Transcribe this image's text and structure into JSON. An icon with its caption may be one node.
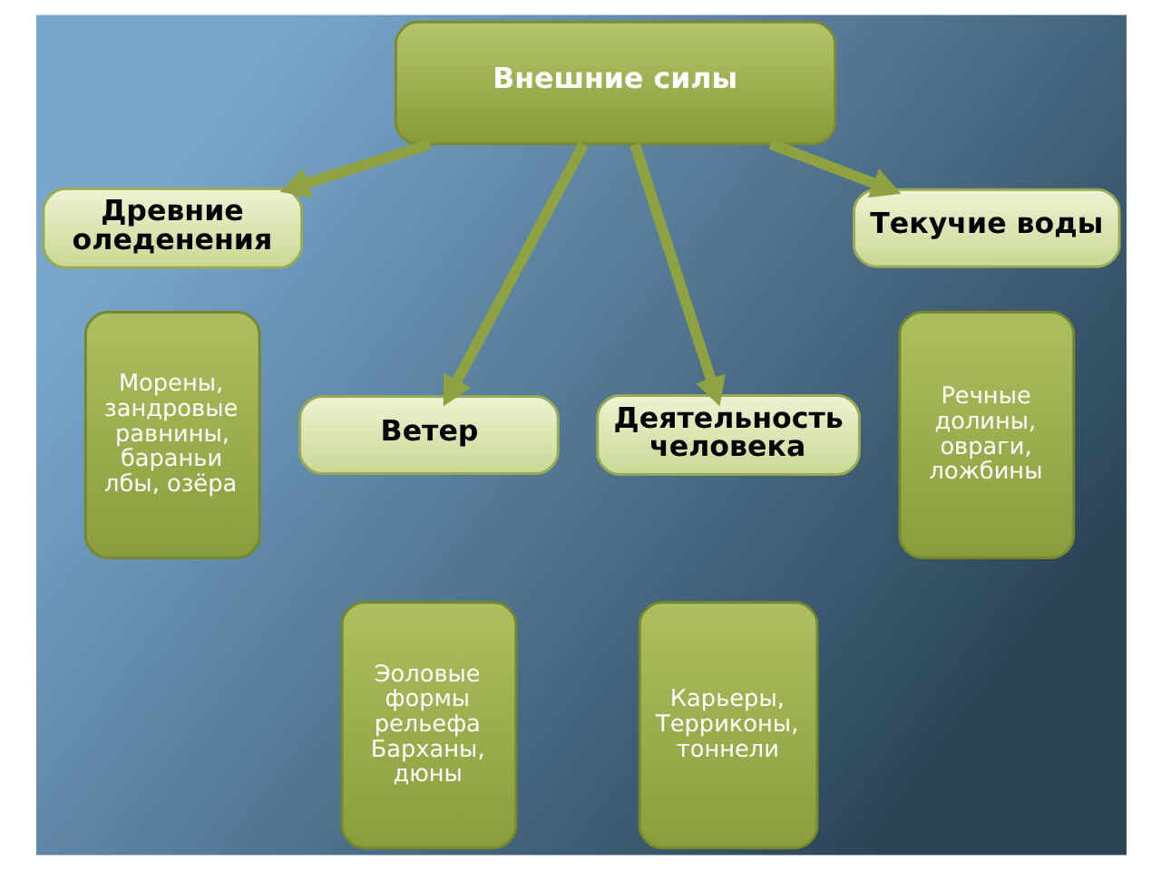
{
  "diagram": {
    "nodes": [
      {
        "text": [
          "Внешние силы"
        ]
      },
      {
        "text": [
          "Древние оледенения"
        ]
      },
      {
        "text": [
          "Текучие воды"
        ]
      },
      {
        "text": [
          "Ветер"
        ]
      },
      {
        "text": [
          "Деятельность человека"
        ]
      },
      {
        "text": [
          "Морены, зандровые равнины, бараньи лбы, озёра"
        ]
      },
      {
        "text": [
          "Эоловые формы рельефа Барханы, дюны"
        ]
      },
      {
        "text": [
          "Карьеры, Терриконы, тоннели"
        ]
      },
      {
        "text": [
          "Речные долины, овраги, ложбины"
        ]
      }
    ],
    "edges": [
      {
        "from": 0,
        "to": 1,
        "arrow": "to"
      },
      {
        "from": 0,
        "to": 3,
        "arrow": "to"
      },
      {
        "from": 0,
        "to": 4,
        "arrow": "to"
      },
      {
        "from": 0,
        "to": 2,
        "arrow": "to"
      }
    ]
  }
}
